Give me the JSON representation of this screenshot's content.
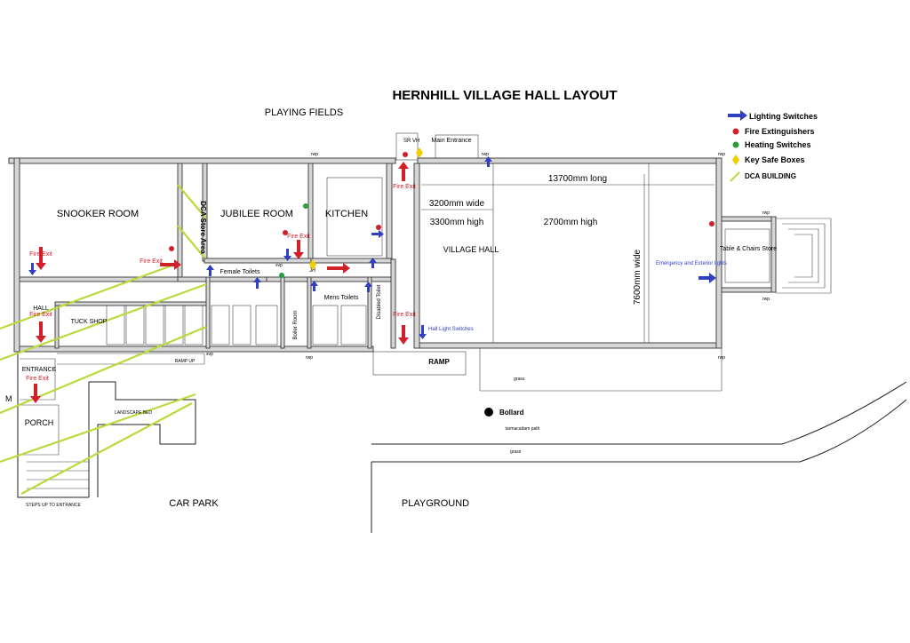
{
  "title": "HERNHILL VILLAGE HALL LAYOUT",
  "areas": {
    "playing_fields": "PLAYING FIELDS",
    "car_park": "CAR PARK",
    "playground": "PLAYGROUND",
    "landscape_bed": "LANDSCAPE BED",
    "steps": "STEPS UP TO ENTRANCE",
    "ramp_up": "RAMP UP",
    "grass": "grass",
    "path": "tarmacadam path",
    "bollard": "Bollard"
  },
  "rooms": {
    "snooker": "SNOOKER ROOM",
    "dca_store": "DCA Store Area",
    "jubilee": "JUBILEE ROOM",
    "kitchen": "KITCHEN",
    "village_hall": "VILLAGE HALL",
    "hall": "HALL",
    "tuck_shop": "TUCK SHOP",
    "female_toilets": "Female Toilets",
    "boiler": "Boiler Room",
    "mens_toilets": "Mens Toilets",
    "disabled_toilet": "Disabled Toilet",
    "entrance": "ENTRANCE",
    "porch": "PORCH",
    "main_entrance": "Main Entrance",
    "ramp": "RAMP",
    "table_store": "Table & Chairs Store",
    "room_m": "M"
  },
  "dimensions": {
    "length": "13700mm long",
    "width_a": "3200mm wide",
    "height_a": "3300mm high",
    "height_b": "2700mm high",
    "width_b": "7600mm wide"
  },
  "labels": {
    "fire_exit": "Fire Exit",
    "hall_light": "Hall Light Switches",
    "emergency": "Emergency and Exterior lights",
    "jr": "JR",
    "sr_vh": "SR VH",
    "rwp": "rwp",
    "svp": "svp"
  },
  "legend": [
    {
      "label": "Lighting Switches",
      "color": "#3040c0",
      "icon": "blue-arrow-icon"
    },
    {
      "label": "Fire Extinguishers",
      "color": "#d0202a",
      "icon": "red-dot-icon"
    },
    {
      "label": "Heating Switches",
      "color": "#2a9d3a",
      "icon": "green-dot-icon"
    },
    {
      "label": "Key Safe Boxes",
      "color": "#f2d000",
      "icon": "yellow-diamond-icon"
    },
    {
      "label": "DCA BUILDING",
      "color": "#a8d23a",
      "icon": "lime-line-icon"
    }
  ]
}
